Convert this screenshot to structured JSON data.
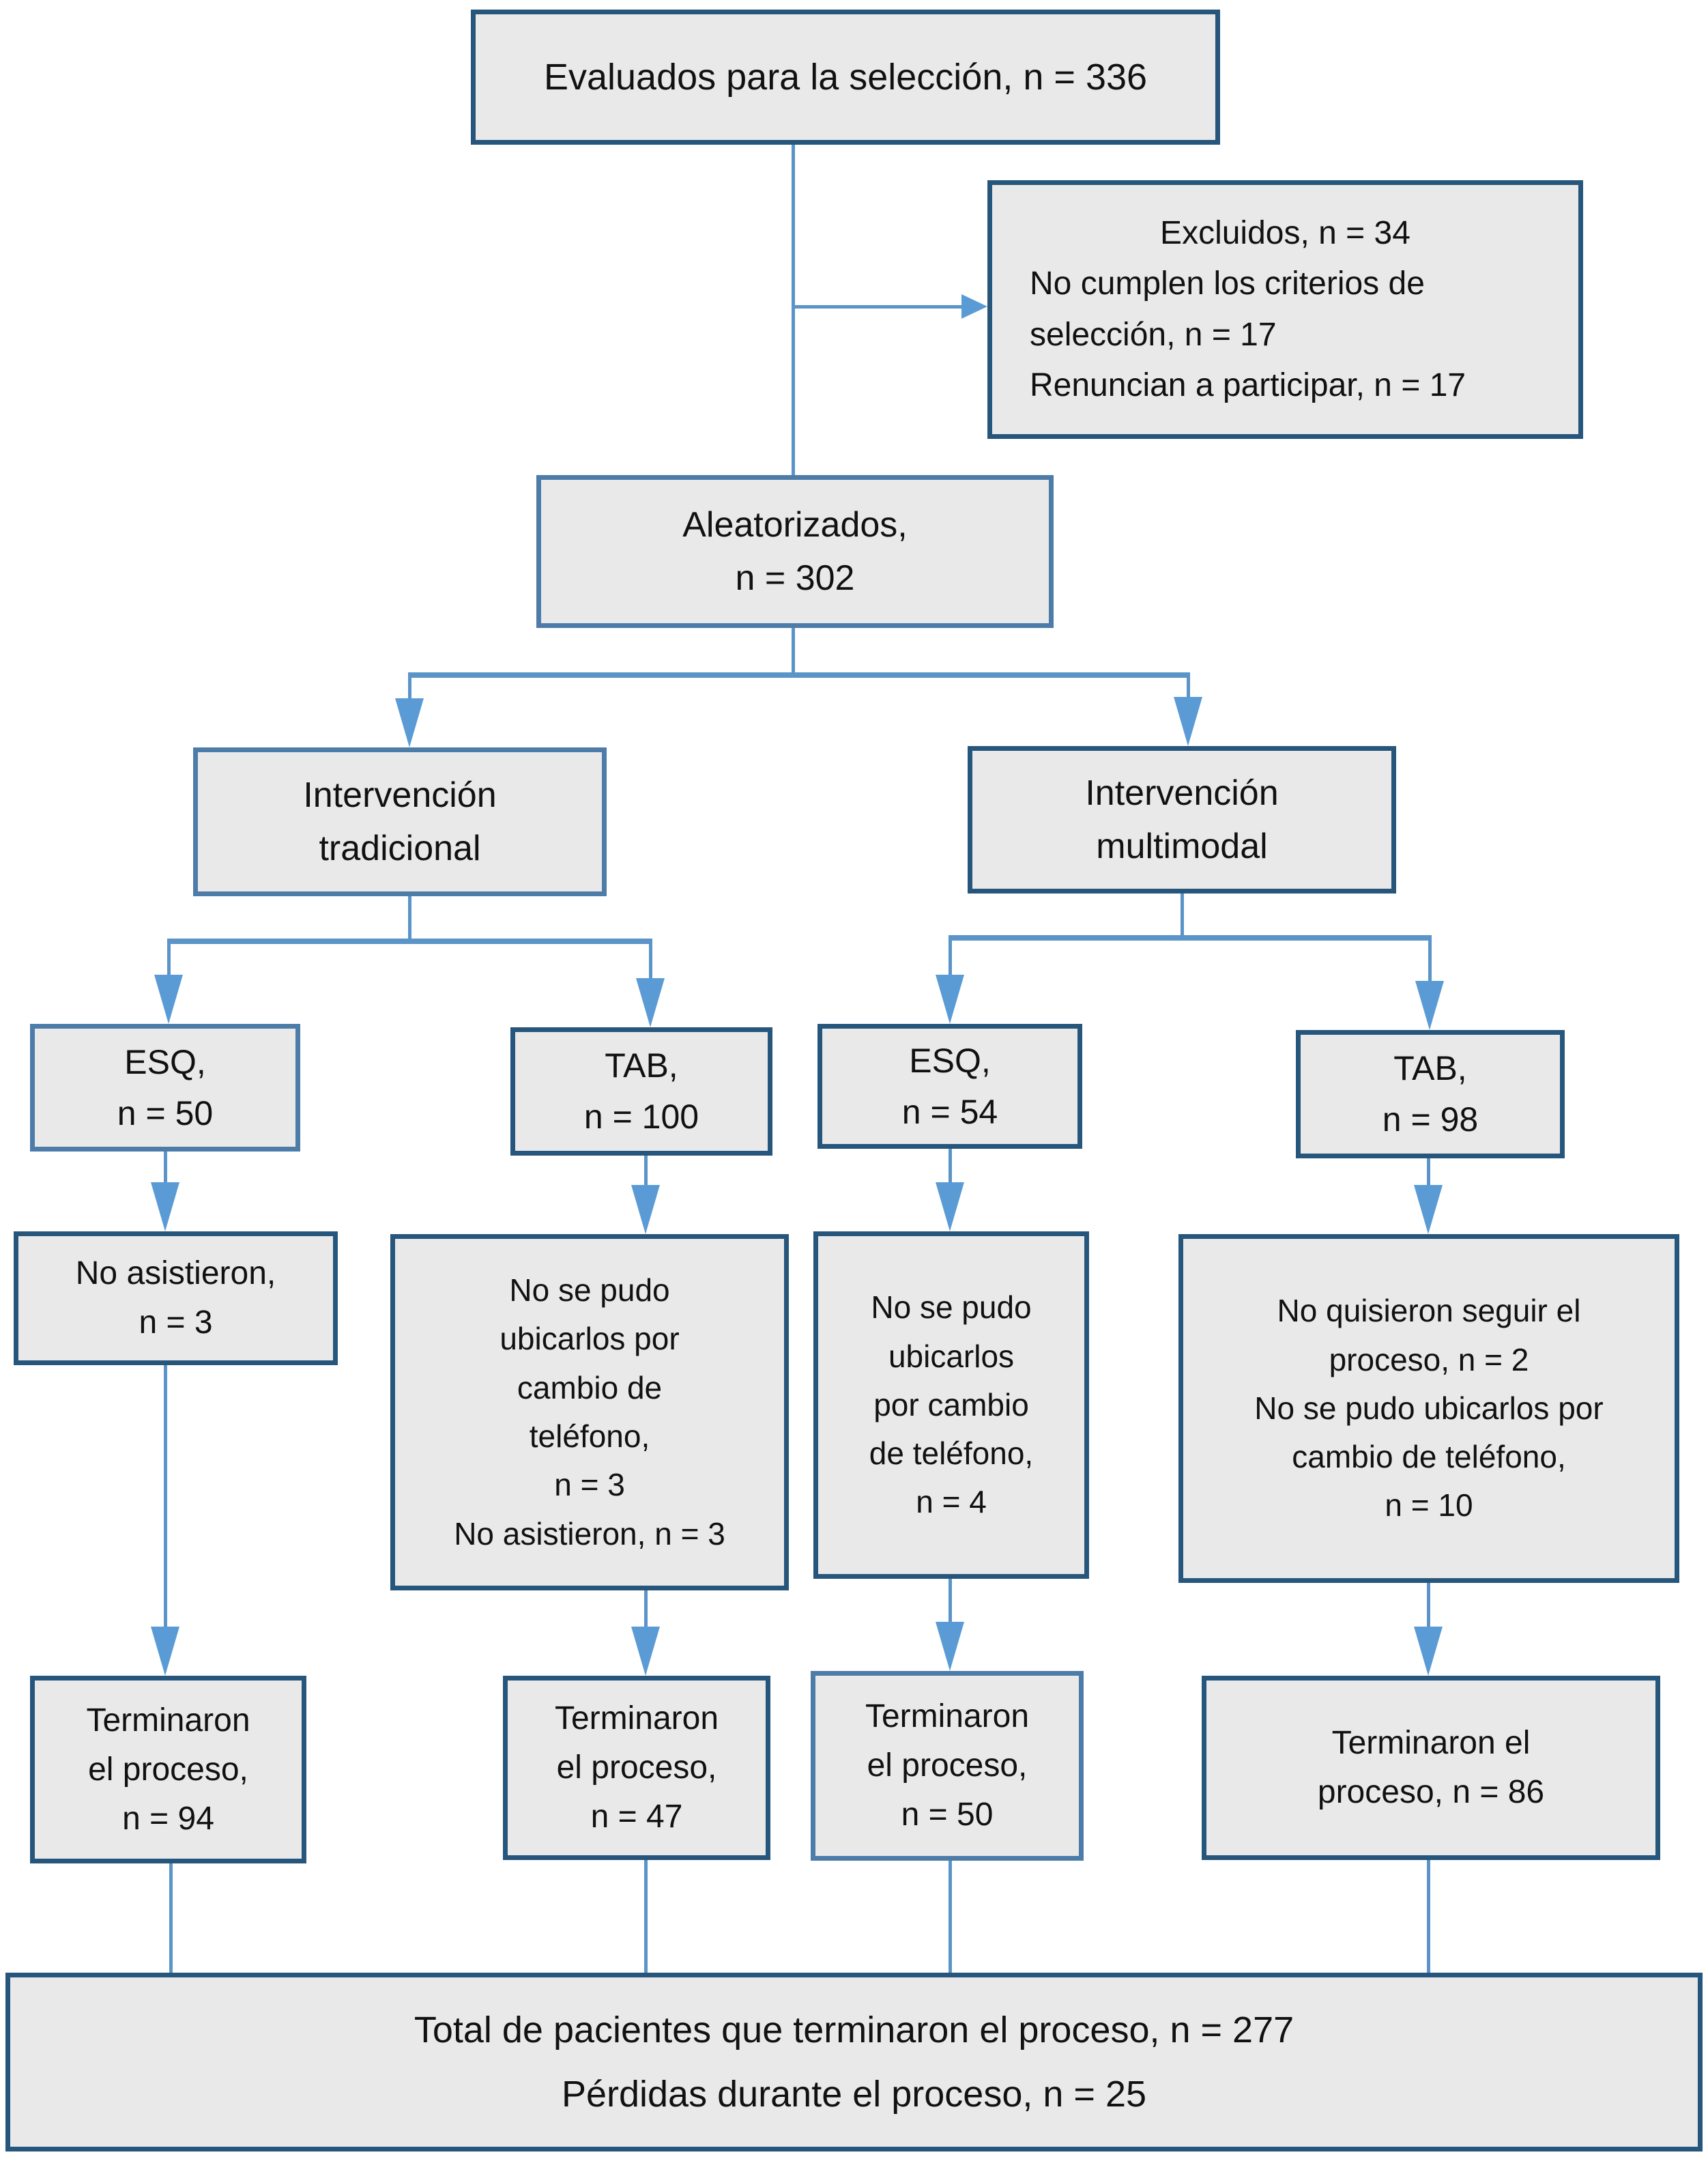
{
  "figure": {
    "type": "flow-diagram",
    "language": "es",
    "description_labels": {
      "evaluados": "Evaluados para la selección, n = 336",
      "excluidos_total": "Excluidos, n = 34",
      "aleatorizados_total": "Aleatorizados, n = 302",
      "total_terminaron": "Total de pacientes que terminaron el proceso, n = 277",
      "perdidas": "Pérdidas durante el proceso, n = 25"
    }
  },
  "nodes": {
    "evaluados": {
      "lines": [
        "Evaluados para la selección, n = 336"
      ]
    },
    "excluidos": {
      "lines": [
        "Excluidos, n = 34",
        "No cumplen los criterios de selección, n = 17",
        "Renuncian a participar, n = 17"
      ]
    },
    "aleatorizados": {
      "lines": [
        "Aleatorizados,",
        "n = 302"
      ]
    },
    "intervencion_tradicional": {
      "lines": [
        "Intervención",
        "tradicional"
      ]
    },
    "intervencion_multimodal": {
      "lines": [
        "Intervención",
        "multimodal"
      ]
    },
    "esq_tradicional": {
      "lines": [
        "ESQ,",
        "n = 50"
      ]
    },
    "tab_tradicional": {
      "lines": [
        "TAB,",
        "n = 100"
      ]
    },
    "esq_multimodal": {
      "lines": [
        "ESQ,",
        "n = 54"
      ]
    },
    "tab_multimodal": {
      "lines": [
        "TAB,",
        "n = 98"
      ]
    },
    "no_asistieron_esq_trad": {
      "lines": [
        "No asistieron,",
        "n = 3"
      ]
    },
    "no_ubicarlos_tab_trad": {
      "lines": [
        "No se pudo",
        "ubicarlos por",
        "cambio de",
        "teléfono,",
        "n = 3",
        "No asistieron, n = 3"
      ]
    },
    "no_ubicarlos_esq_multi": {
      "lines": [
        "No se pudo",
        "ubicarlos",
        "por cambio",
        "de teléfono,",
        "n = 4"
      ]
    },
    "no_quisieron_tab_multi": {
      "lines": [
        "No quisieron seguir el",
        "proceso, n = 2",
        "No se pudo ubicarlos por",
        "cambio de teléfono,",
        "n = 10"
      ]
    },
    "terminaron_esq_trad": {
      "lines": [
        "Terminaron",
        "el proceso,",
        "n = 94"
      ]
    },
    "terminaron_tab_trad": {
      "lines": [
        "Terminaron",
        "el proceso,",
        "n = 47"
      ]
    },
    "terminaron_esq_multi": {
      "lines": [
        "Terminaron",
        "el proceso,",
        "n = 50"
      ]
    },
    "terminaron_tab_multi": {
      "lines": [
        "Terminaron el",
        "proceso, n = 86"
      ]
    },
    "total": {
      "lines": [
        "Total de pacientes que terminaron el proceso, n = 277",
        "Pérdidas durante el proceso, n = 25"
      ]
    }
  },
  "colors": {
    "box_fill": "#e9e9e9",
    "border_dark": "#27567c",
    "border_medium": "#4d7ca9",
    "connector_line": "#5b94c8",
    "arrowhead": "#5b9bd5",
    "text": "#111111",
    "background": "#ffffff"
  }
}
